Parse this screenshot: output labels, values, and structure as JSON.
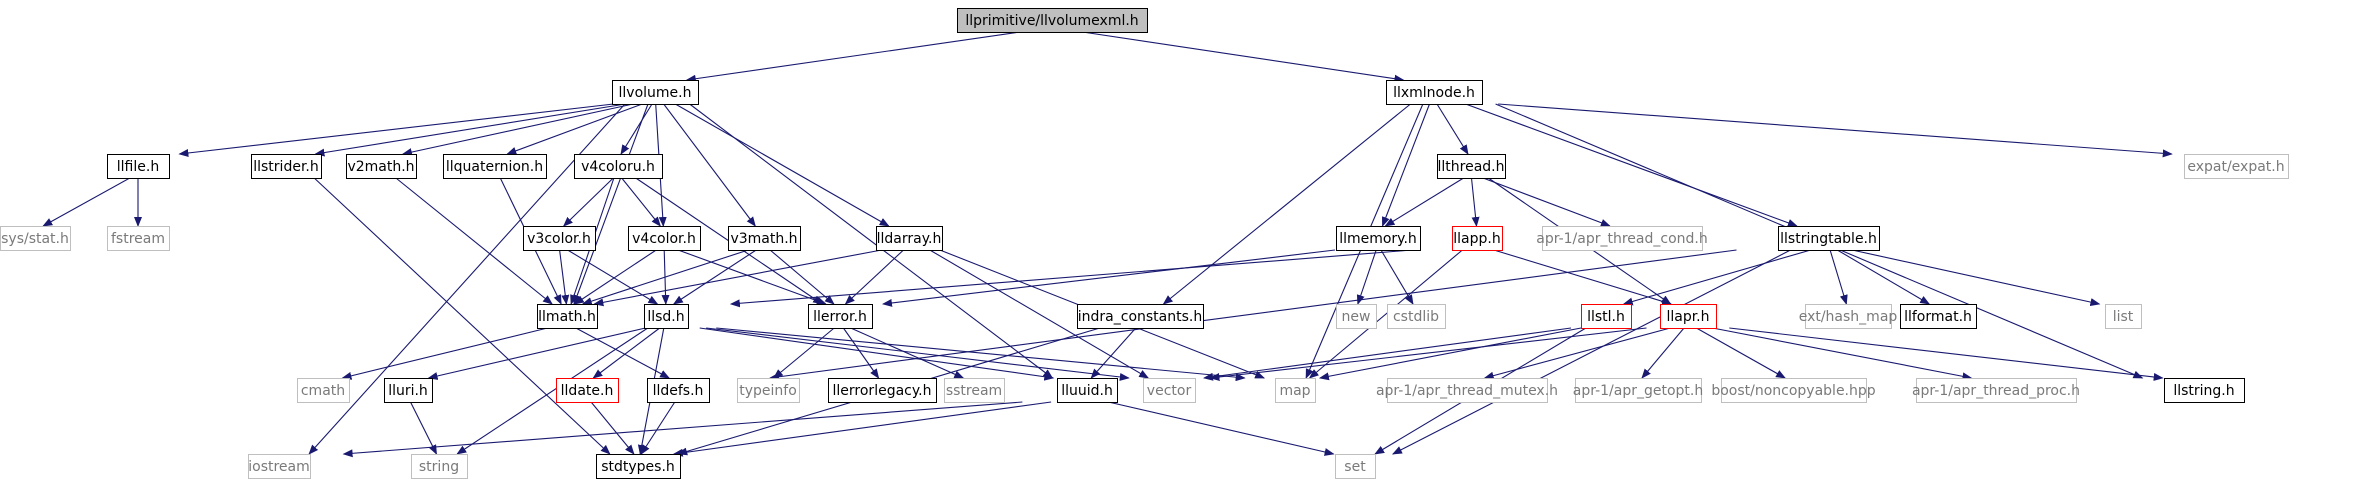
{
  "title": "llprimitive/llvolumexml.h",
  "colors": {
    "edge": "#191970",
    "root_fill": "#bfbfbf",
    "normal_border": "#000000",
    "truncated_border": "#ff0000",
    "missing_border": "#bfbfbf",
    "missing_text": "#7a7a7a"
  },
  "nodes": {
    "root": {
      "label": "llprimitive/llvolumexml.h",
      "kind": "root"
    },
    "llvolume": {
      "label": "llvolume.h",
      "kind": "normal"
    },
    "llxmlnode": {
      "label": "llxmlnode.h",
      "kind": "normal"
    },
    "llfile": {
      "label": "llfile.h",
      "kind": "normal"
    },
    "llstrider": {
      "label": "llstrider.h",
      "kind": "normal"
    },
    "v2math": {
      "label": "v2math.h",
      "kind": "normal"
    },
    "llquaternion": {
      "label": "llquaternion.h",
      "kind": "normal"
    },
    "v4coloru": {
      "label": "v4coloru.h",
      "kind": "normal"
    },
    "v3color": {
      "label": "v3color.h",
      "kind": "normal"
    },
    "v4color": {
      "label": "v4color.h",
      "kind": "normal"
    },
    "v3math": {
      "label": "v3math.h",
      "kind": "normal"
    },
    "lldarray": {
      "label": "lldarray.h",
      "kind": "normal"
    },
    "llmath": {
      "label": "llmath.h",
      "kind": "normal"
    },
    "llsd": {
      "label": "llsd.h",
      "kind": "normal"
    },
    "llerror": {
      "label": "llerror.h",
      "kind": "normal"
    },
    "llthread": {
      "label": "llthread.h",
      "kind": "normal"
    },
    "llmemory": {
      "label": "llmemory.h",
      "kind": "normal"
    },
    "llapp": {
      "label": "llapp.h",
      "kind": "truncated"
    },
    "llstringtable": {
      "label": "llstringtable.h",
      "kind": "normal"
    },
    "indra_constants": {
      "label": "indra_constants.h",
      "kind": "normal"
    },
    "llstl": {
      "label": "llstl.h",
      "kind": "truncated"
    },
    "llapr": {
      "label": "llapr.h",
      "kind": "truncated"
    },
    "lluri": {
      "label": "lluri.h",
      "kind": "normal"
    },
    "lldate": {
      "label": "lldate.h",
      "kind": "truncated"
    },
    "lldefs": {
      "label": "lldefs.h",
      "kind": "normal"
    },
    "llerrorlegacy": {
      "label": "llerrorlegacy.h",
      "kind": "normal"
    },
    "lluuid": {
      "label": "lluuid.h",
      "kind": "normal"
    },
    "llformat": {
      "label": "llformat.h",
      "kind": "normal"
    },
    "llstring": {
      "label": "llstring.h",
      "kind": "normal"
    },
    "stdtypes": {
      "label": "stdtypes.h",
      "kind": "normal"
    },
    "sys_stat": {
      "label": "sys/stat.h",
      "kind": "missing"
    },
    "fstream": {
      "label": "fstream",
      "kind": "missing"
    },
    "iostream": {
      "label": "iostream",
      "kind": "missing"
    },
    "cmath": {
      "label": "cmath",
      "kind": "missing"
    },
    "string": {
      "label": "string",
      "kind": "missing"
    },
    "typeinfo": {
      "label": "typeinfo",
      "kind": "missing"
    },
    "sstream": {
      "label": "sstream",
      "kind": "missing"
    },
    "vector": {
      "label": "vector",
      "kind": "missing"
    },
    "map": {
      "label": "map",
      "kind": "missing"
    },
    "set": {
      "label": "set",
      "kind": "missing"
    },
    "new": {
      "label": "new",
      "kind": "missing"
    },
    "cstdlib": {
      "label": "cstdlib",
      "kind": "missing"
    },
    "apr_thread_cond": {
      "label": "apr-1/apr_thread_cond.h",
      "kind": "missing"
    },
    "ext_hash_map": {
      "label": "ext/hash_map",
      "kind": "missing"
    },
    "list": {
      "label": "list",
      "kind": "missing"
    },
    "expat": {
      "label": "expat/expat.h",
      "kind": "missing"
    },
    "apr_thread_mutex": {
      "label": "apr-1/apr_thread_mutex.h",
      "kind": "missing"
    },
    "apr_getopt": {
      "label": "apr-1/apr_getopt.h",
      "kind": "missing"
    },
    "boost_noncopyable": {
      "label": "boost/noncopyable.hpp",
      "kind": "missing"
    },
    "apr_thread_proc": {
      "label": "apr-1/apr_thread_proc.h",
      "kind": "missing"
    }
  },
  "edges": [
    [
      "root",
      "llvolume"
    ],
    [
      "root",
      "llxmlnode"
    ],
    [
      "llvolume",
      "llfile"
    ],
    [
      "llvolume",
      "llstrider"
    ],
    [
      "llvolume",
      "v2math"
    ],
    [
      "llvolume",
      "llquaternion"
    ],
    [
      "llvolume",
      "v4coloru"
    ],
    [
      "llvolume",
      "v4color"
    ],
    [
      "llvolume",
      "v3math"
    ],
    [
      "llvolume",
      "lldarray"
    ],
    [
      "llvolume",
      "lluuid"
    ],
    [
      "llvolume",
      "iostream"
    ],
    [
      "llvolume",
      "llmath"
    ],
    [
      "llfile",
      "sys_stat"
    ],
    [
      "llfile",
      "fstream"
    ],
    [
      "llstrider",
      "stdtypes"
    ],
    [
      "v2math",
      "llmath"
    ],
    [
      "llquaternion",
      "llmath"
    ],
    [
      "v4coloru",
      "v3color"
    ],
    [
      "v4coloru",
      "v4color"
    ],
    [
      "v4coloru",
      "llerror"
    ],
    [
      "v4coloru",
      "llmath"
    ],
    [
      "v3color",
      "llmath"
    ],
    [
      "v3color",
      "llsd"
    ],
    [
      "v4color",
      "llmath"
    ],
    [
      "v4color",
      "llsd"
    ],
    [
      "v4color",
      "llerror"
    ],
    [
      "v3math",
      "llmath"
    ],
    [
      "v3math",
      "llsd"
    ],
    [
      "v3math",
      "llerror"
    ],
    [
      "lldarray",
      "llmath"
    ],
    [
      "lldarray",
      "llerror"
    ],
    [
      "lldarray",
      "vector"
    ],
    [
      "lldarray",
      "map"
    ],
    [
      "llmath",
      "cmath"
    ],
    [
      "llmath",
      "lldefs"
    ],
    [
      "llsd",
      "lluri"
    ],
    [
      "llsd",
      "lldate"
    ],
    [
      "llsd",
      "lluuid"
    ],
    [
      "llsd",
      "stdtypes"
    ],
    [
      "llsd",
      "string"
    ],
    [
      "llsd",
      "map"
    ],
    [
      "llsd",
      "vector"
    ],
    [
      "llerror",
      "typeinfo"
    ],
    [
      "llerror",
      "llerrorlegacy"
    ],
    [
      "llerror",
      "sstream"
    ],
    [
      "lluri",
      "string"
    ],
    [
      "lldate",
      "stdtypes"
    ],
    [
      "lldefs",
      "stdtypes"
    ],
    [
      "lluuid",
      "stdtypes"
    ],
    [
      "lluuid",
      "iostream"
    ],
    [
      "lluuid",
      "set"
    ],
    [
      "llxmlnode",
      "llthread"
    ],
    [
      "llxmlnode",
      "llmemory"
    ],
    [
      "llxmlnode",
      "llstringtable"
    ],
    [
      "llxmlnode",
      "indra_constants"
    ],
    [
      "llxmlnode",
      "map"
    ],
    [
      "llxmlnode",
      "expat"
    ],
    [
      "llxmlnode",
      "llstring"
    ],
    [
      "llthread",
      "llmemory"
    ],
    [
      "llthread",
      "llapp"
    ],
    [
      "llthread",
      "apr_thread_cond"
    ],
    [
      "llthread",
      "llapr"
    ],
    [
      "llmemory",
      "new"
    ],
    [
      "llmemory",
      "cstdlib"
    ],
    [
      "llmemory",
      "llerror"
    ],
    [
      "llapp",
      "map"
    ],
    [
      "llapp",
      "llsd"
    ],
    [
      "llapp",
      "llapr"
    ],
    [
      "indra_constants",
      "lluuid"
    ],
    [
      "indra_constants",
      "stdtypes"
    ],
    [
      "llstringtable",
      "llstl"
    ],
    [
      "llstringtable",
      "ext_hash_map"
    ],
    [
      "llstringtable",
      "llformat"
    ],
    [
      "llstringtable",
      "list"
    ],
    [
      "llstringtable",
      "set"
    ],
    [
      "llstringtable",
      "lldefs"
    ],
    [
      "llstl",
      "map"
    ],
    [
      "llstl",
      "vector"
    ],
    [
      "llstl",
      "set"
    ],
    [
      "llapr",
      "apr_thread_mutex"
    ],
    [
      "llapr",
      "apr_getopt"
    ],
    [
      "llapr",
      "boost_noncopyable"
    ],
    [
      "llapr",
      "apr_thread_proc"
    ],
    [
      "llapr",
      "llstring"
    ],
    [
      "llapr",
      "vector"
    ]
  ]
}
